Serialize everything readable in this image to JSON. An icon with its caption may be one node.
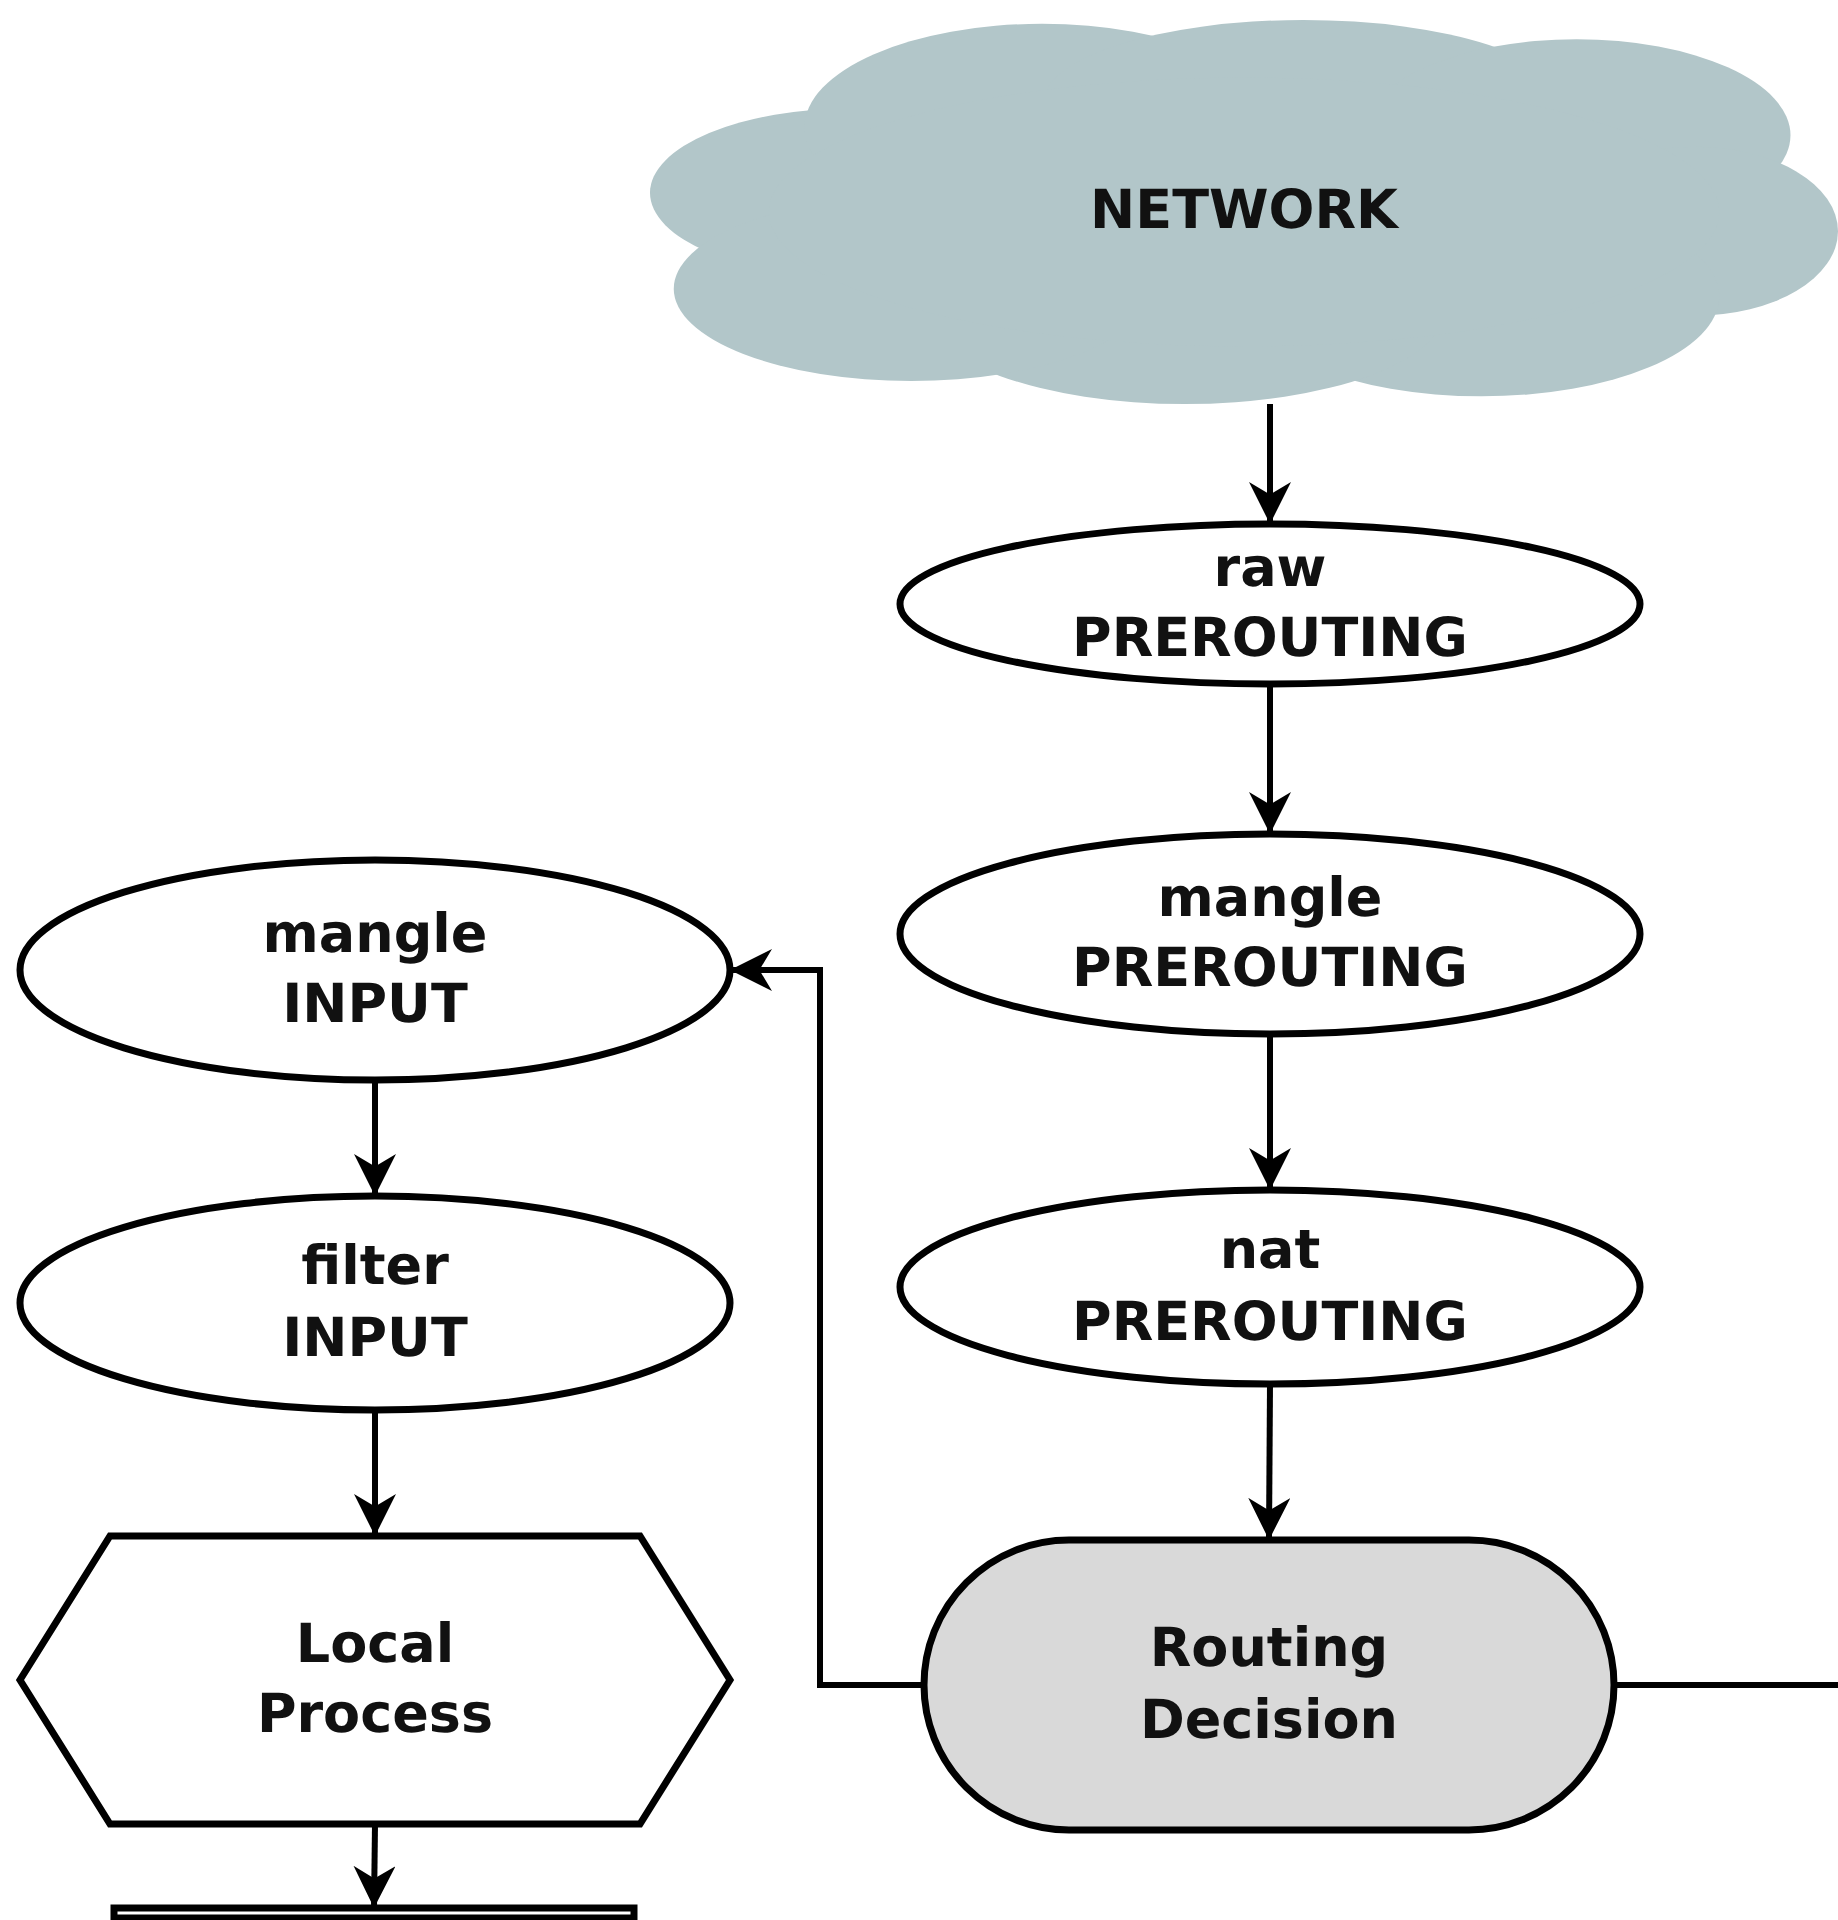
{
  "diagram": {
    "nodes": [
      {
        "text": [
          "NETWORK"
        ]
      },
      {
        "text": [
          "raw",
          "PREROUTING"
        ]
      },
      {
        "text": [
          "mangle",
          "PREROUTING"
        ]
      },
      {
        "text": [
          "nat",
          "PREROUTING"
        ]
      },
      {
        "text": [
          "Routing Decision"
        ]
      },
      {
        "text": [
          "mangle",
          "INPUT"
        ]
      },
      {
        "text": [
          "filter",
          "INPUT"
        ]
      },
      {
        "text": [
          "Local Process"
        ]
      },
      {
        "text": [],
        "shape": "box"
      }
    ],
    "edges": [
      {
        "from": 0,
        "to": 1,
        "arrow": "to"
      },
      {
        "from": 1,
        "to": 2,
        "arrow": "to"
      },
      {
        "from": 2,
        "to": 3,
        "arrow": "to"
      },
      {
        "from": 3,
        "to": 4,
        "arrow": "to"
      },
      {
        "from": 4,
        "to": 5,
        "arrow": "to"
      },
      {
        "from": 5,
        "to": 6,
        "arrow": "to"
      },
      {
        "from": 6,
        "to": 7,
        "arrow": "to"
      },
      {
        "from": 7,
        "to": 8,
        "arrow": "to"
      },
      {
        "from": 4,
        "to": null,
        "arrow": "none"
      }
    ]
  }
}
